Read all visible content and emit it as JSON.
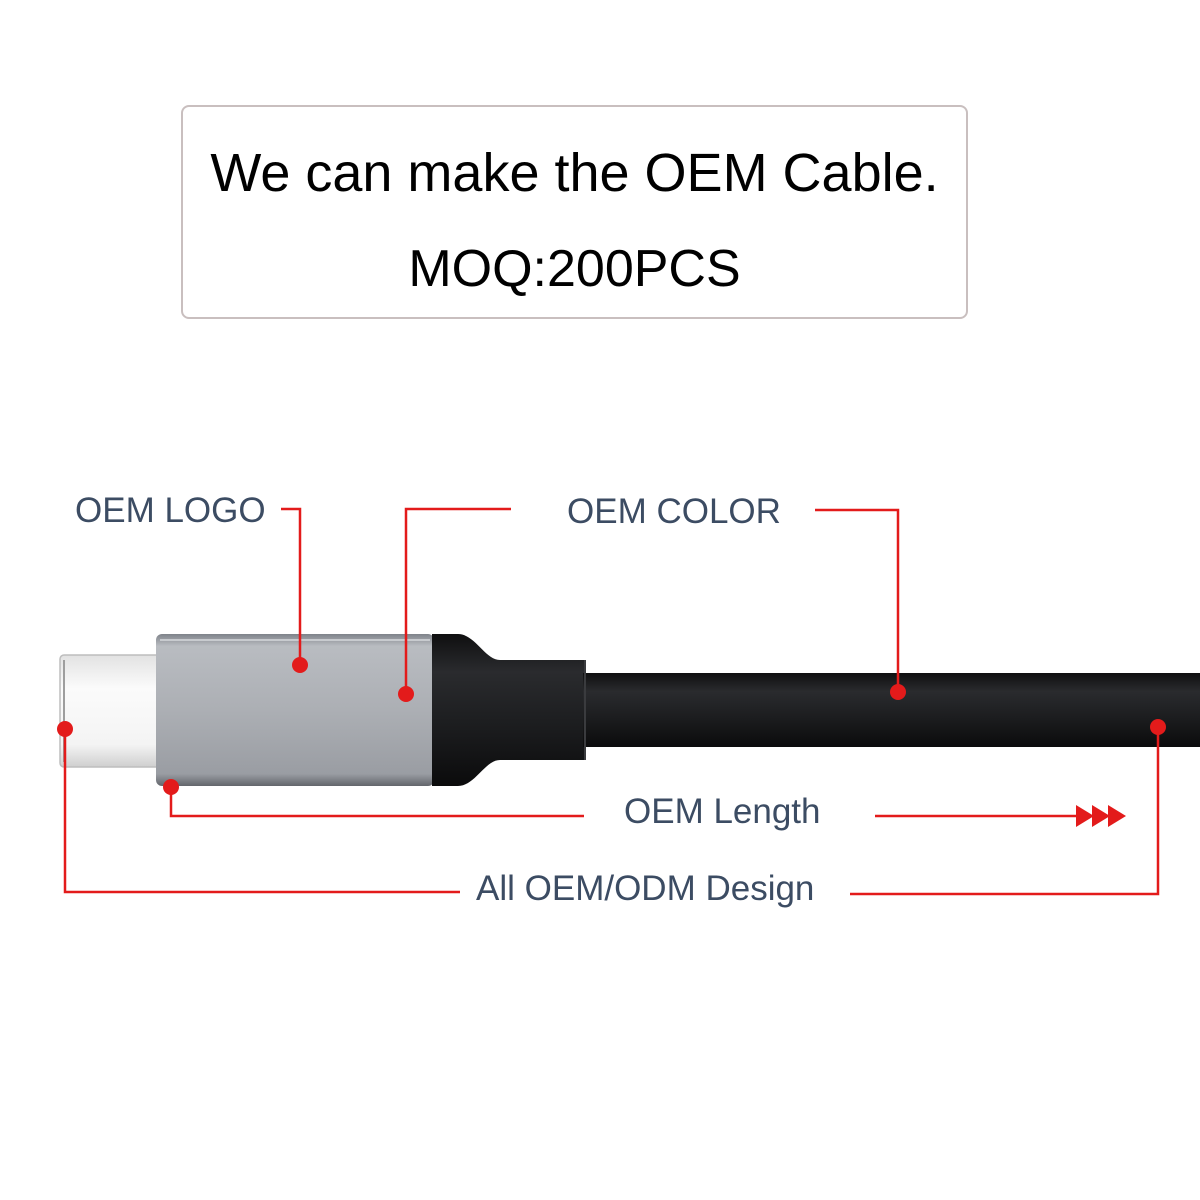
{
  "headline": {
    "line1": "We can make the OEM Cable.",
    "line2": "MOQ:200PCS"
  },
  "callouts": {
    "logo": "OEM LOGO",
    "color": "OEM COLOR",
    "length": "OEM Length",
    "design": "All OEM/ODM Design"
  },
  "colors": {
    "leader_line": "#e31b1b",
    "label_text": "#3c4c63",
    "cable_body": "#1e1f21",
    "connector_shell": "#a7aab0",
    "plug_tip": "#f2f2f2"
  }
}
